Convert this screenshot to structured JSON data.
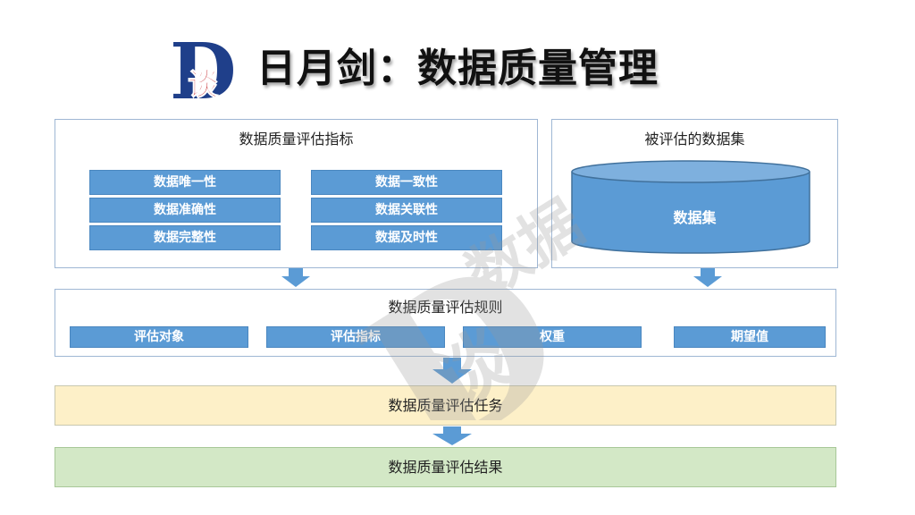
{
  "header": {
    "title": "日月剑：数据质量管理",
    "logo_letter": "D",
    "logo_char": "谈"
  },
  "indicators": {
    "title": "数据质量评估指标",
    "items": [
      "数据唯一性",
      "数据准确性",
      "数据完整性",
      "数据一致性",
      "数据关联性",
      "数据及时性"
    ]
  },
  "dataset": {
    "title": "被评估的数据集",
    "cylinder_label": "数据集"
  },
  "rules": {
    "title": "数据质量评估规则",
    "items": [
      "评估对象",
      "评估指标",
      "权重",
      "期望值"
    ]
  },
  "task": {
    "label": "数据质量评估任务"
  },
  "result": {
    "label": "数据质量评估结果"
  },
  "watermark": {
    "letter": "D",
    "char": "谈",
    "text": "数据"
  },
  "colors": {
    "chip": "#5b9bd5",
    "arrow": "#5b9bd5",
    "task_bg": "#fdf0c8",
    "result_bg": "#d3e8c6",
    "logo_blue": "#1f3f8a",
    "logo_red": "#c0161b"
  }
}
